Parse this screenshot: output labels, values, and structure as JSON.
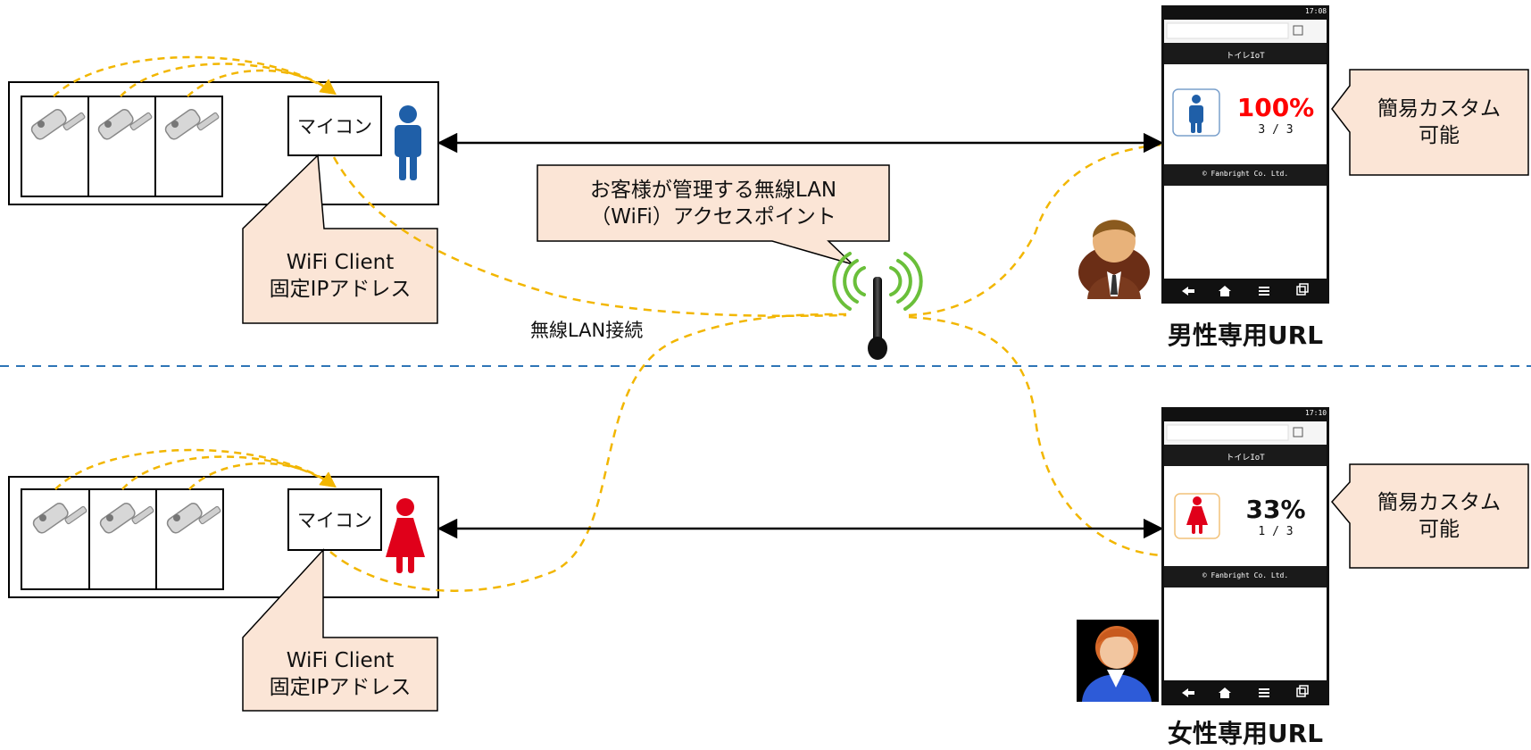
{
  "colors": {
    "accent_dash": "#f2b600",
    "callout_fill": "#fbe5d6",
    "male": "#1f5fa8",
    "female": "#e0001a",
    "divider": "#2e75b6",
    "phone_bar": "#1a1a1a",
    "percent_red": "#ff0000"
  },
  "top_section": {
    "microcontroller_label": "マイコン",
    "callout": {
      "line1": "WiFi Client",
      "line2": "固定IPアドレス"
    },
    "person_icon": "male-icon"
  },
  "bottom_section": {
    "microcontroller_label": "マイコン",
    "callout": {
      "line1": "WiFi Client",
      "line2": "固定IPアドレス"
    },
    "person_icon": "female-icon"
  },
  "access_point": {
    "callout": {
      "line1": "お客様が管理する無線LAN",
      "line2": "（WiFi）アクセスポイント"
    },
    "connection_label": "無線LAN接続",
    "icon": "wifi-antenna-icon"
  },
  "phones": [
    {
      "status_time": "17:08",
      "tab_icon": "tabs-icon",
      "menu_icon": "more-icon",
      "page_title": "トイレIoT",
      "percent": "100%",
      "count": "3 / 3",
      "footer": "© Fanbright Co. Ltd.",
      "nav_icons": [
        "back-icon",
        "home-icon",
        "menu-icon",
        "recent-apps-icon"
      ],
      "url_label": "男性専用URL",
      "custom_callout": {
        "line1": "簡易カスタム",
        "line2": "可能"
      }
    },
    {
      "status_time": "17:10",
      "tab_icon": "tabs-icon",
      "menu_icon": "more-icon",
      "page_title": "トイレIoT",
      "percent": "33%",
      "count": "1 / 3",
      "footer": "© Fanbright Co. Ltd.",
      "nav_icons": [
        "back-icon",
        "home-icon",
        "menu-icon",
        "recent-apps-icon"
      ],
      "url_label": "女性専用URL",
      "custom_callout": {
        "line1": "簡易カスタム",
        "line2": "可能"
      }
    }
  ]
}
